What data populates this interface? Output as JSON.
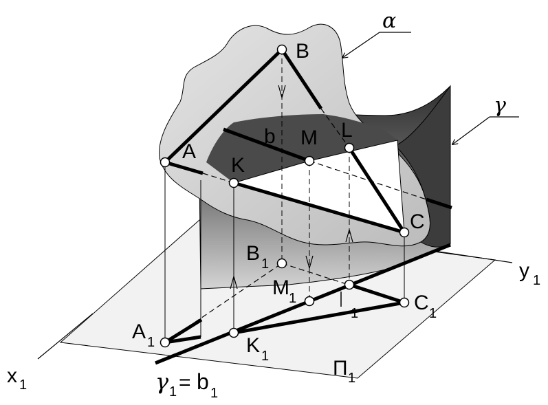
{
  "labels": {
    "alpha": "α",
    "gamma": "γ",
    "B": "B",
    "A": "A",
    "b": "b",
    "M": "M",
    "L": "L",
    "K": "K",
    "C": "C",
    "B1": "B",
    "B1_sub": "1",
    "M1": "M",
    "M1_sub": "1",
    "C1": "C",
    "C1_sub": "1",
    "L1_sub": "1",
    "A1": "A",
    "A1_sub": "1",
    "K1": "K",
    "K1_sub": "1",
    "y1": "y",
    "y1_sub": "1",
    "x1": "x",
    "x1_sub": "1",
    "P1": "П",
    "P1_sub": "1",
    "gamma1_a": "γ",
    "gamma1_a_sub": "1",
    "gamma1_eq": "=",
    "gamma1_b": "b",
    "gamma1_b_sub": "1"
  },
  "colors": {
    "plane_alpha_fill": "#d6d6d6",
    "plane_gamma_dark": "#3a3a3a",
    "plane_gamma_light": "#c8c8c8",
    "ground_plane": "#eeeeee",
    "ink": "#000000"
  }
}
